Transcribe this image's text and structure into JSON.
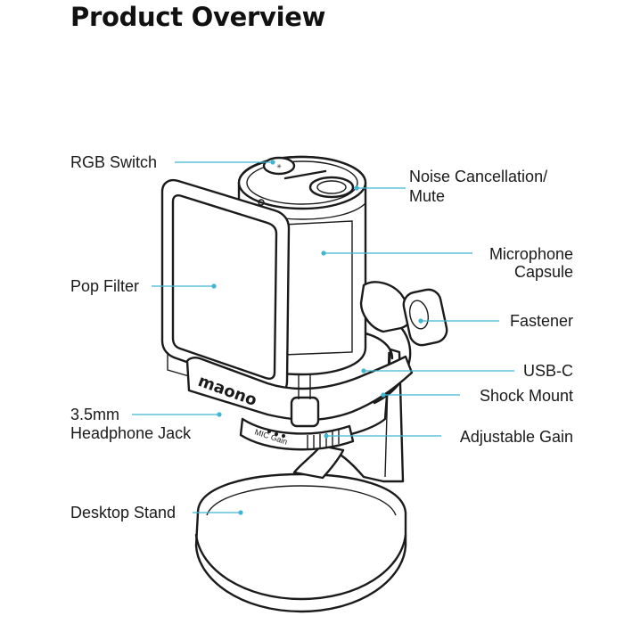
{
  "title": "Product Overview",
  "colors": {
    "callout": "#3fb6d3",
    "ink": "#1b1b1b"
  },
  "brand": "maono",
  "gain_marking": "MIC Gain",
  "labels": {
    "rgb_switch": "RGB Switch",
    "noise_cancellation_1": "Noise Cancellation/",
    "noise_cancellation_2": "Mute",
    "microphone_capsule_1": "Microphone",
    "microphone_capsule_2": "Capsule",
    "pop_filter": "Pop Filter",
    "fastener": "Fastener",
    "usb_c": "USB-C",
    "shock_mount": "Shock Mount",
    "headphone_jack_1": "3.5mm",
    "headphone_jack_2": "Headphone Jack",
    "adjustable_gain": "Adjustable Gain",
    "desktop_stand": "Desktop Stand"
  }
}
